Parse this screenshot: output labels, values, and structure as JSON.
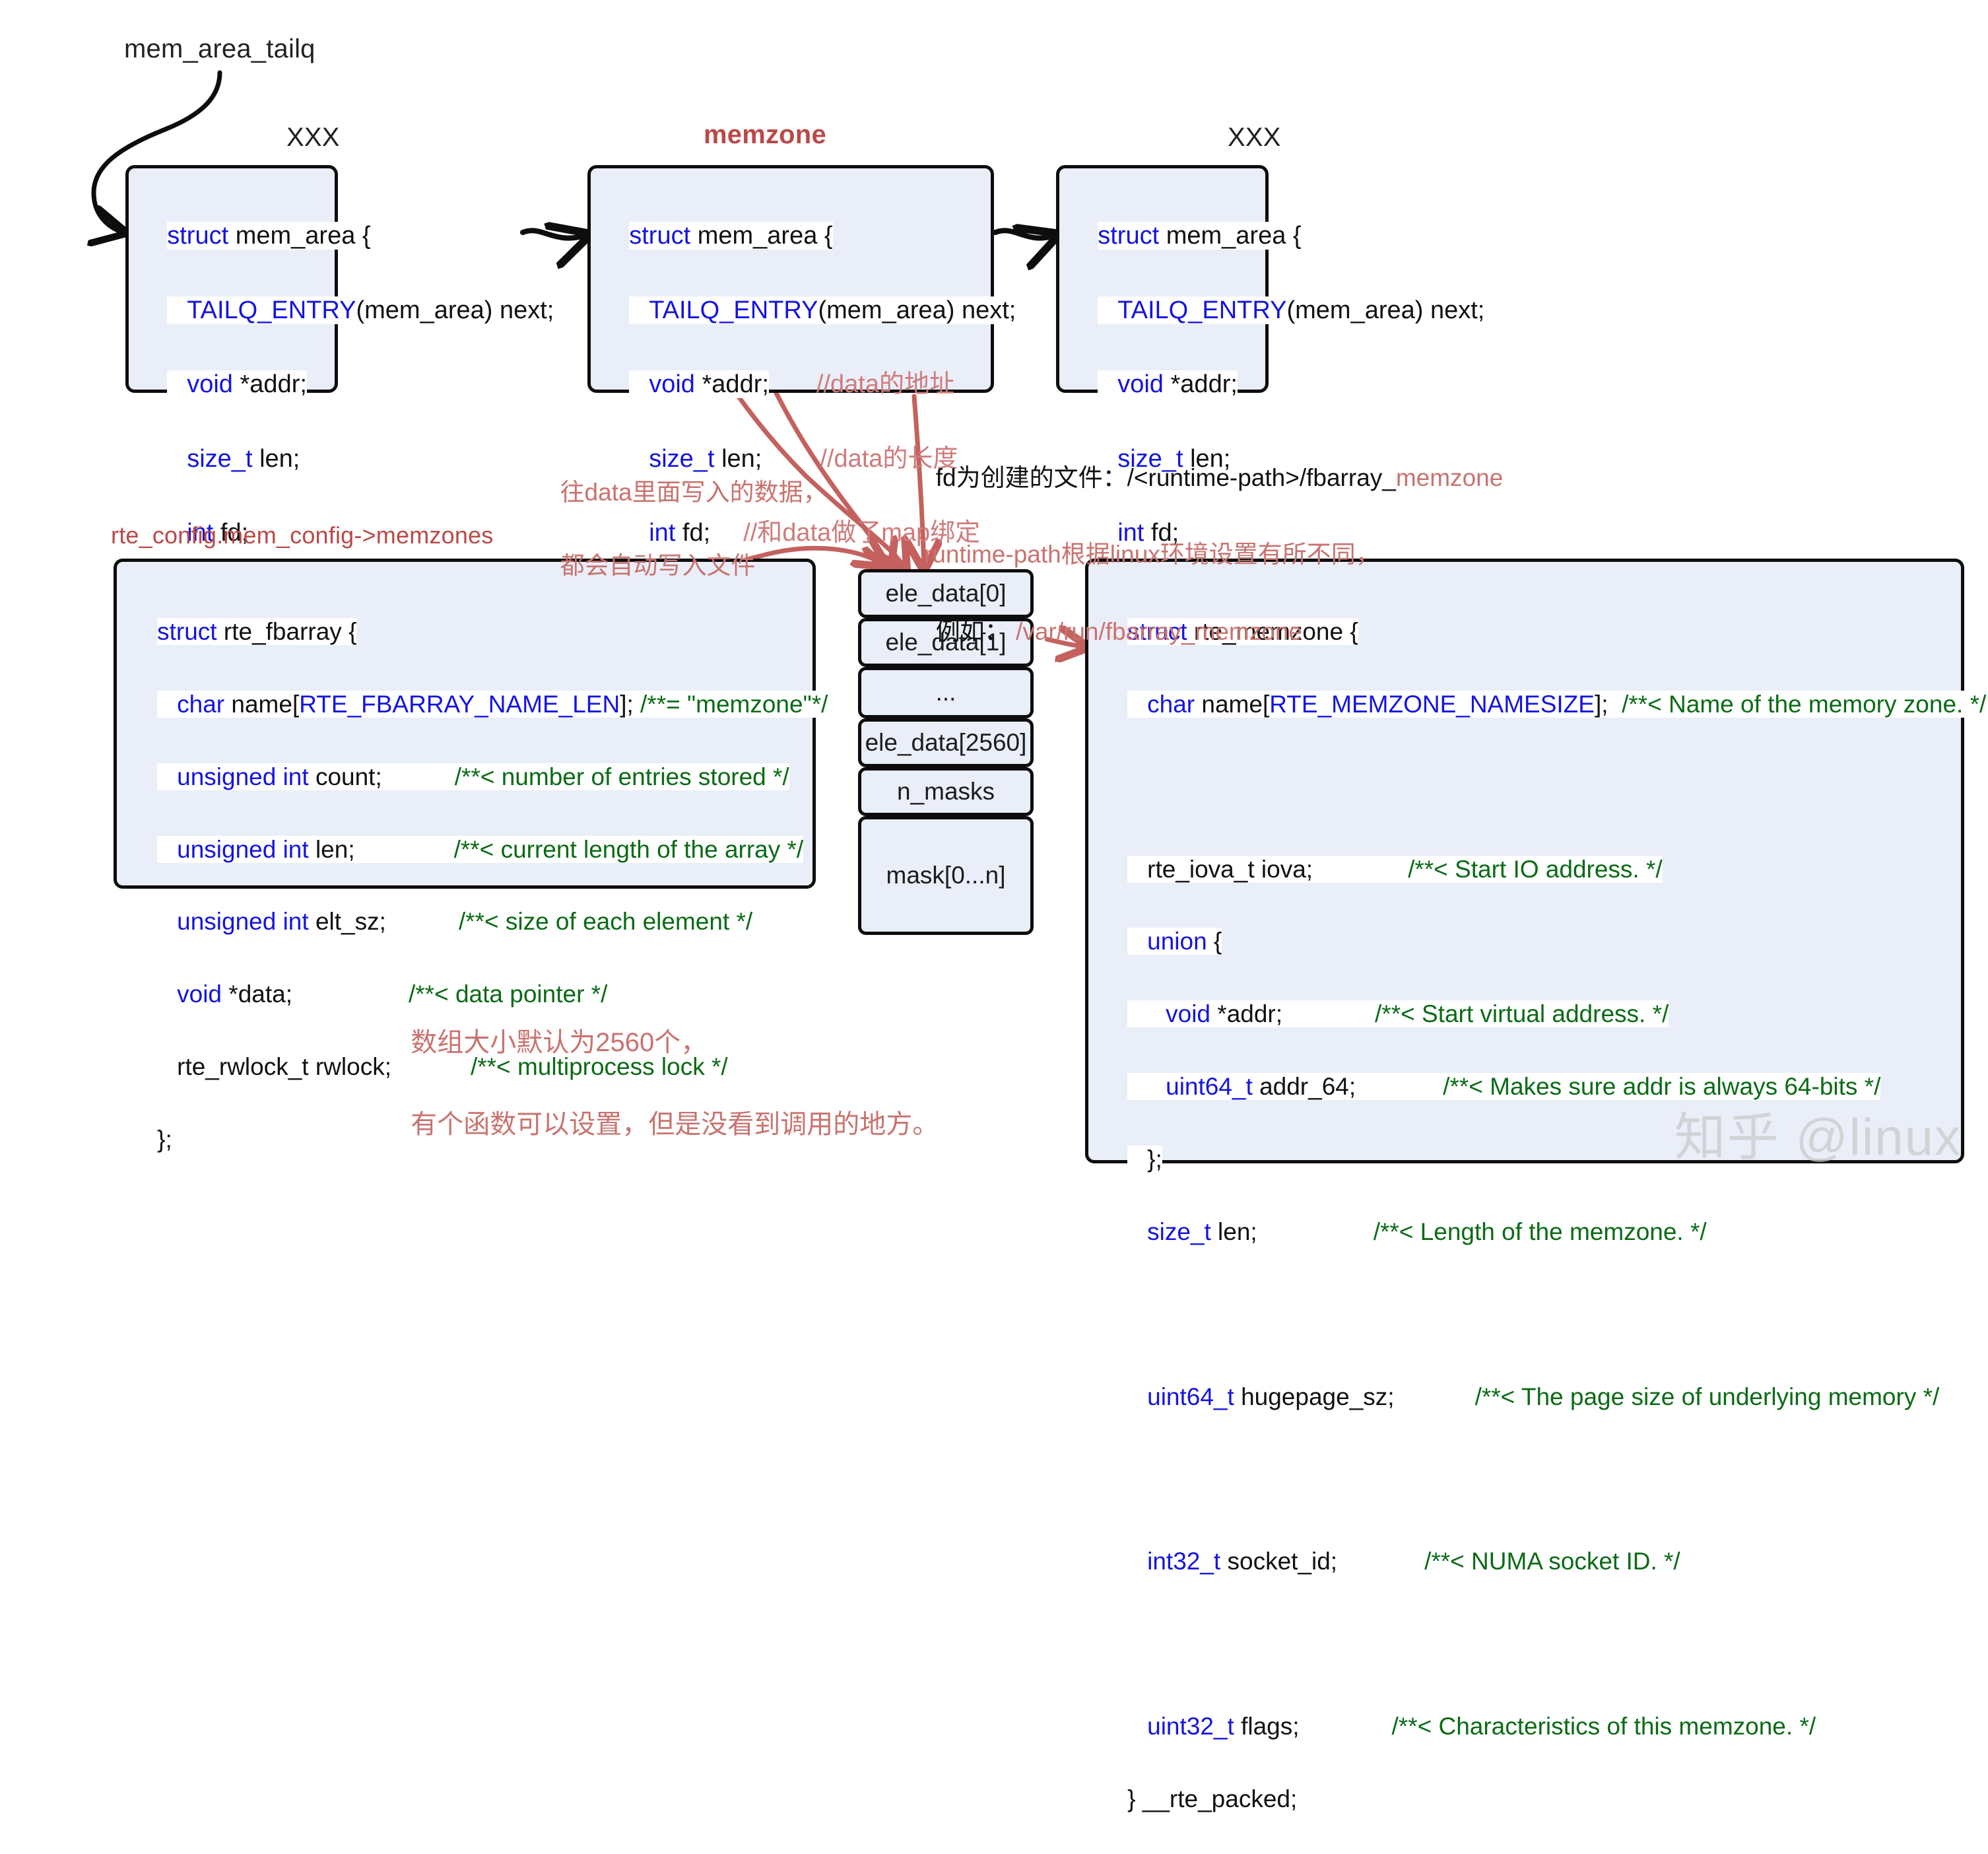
{
  "labels": {
    "tailq": "mem_area_tailq",
    "left_title": "XXX",
    "mid_title": "memzone",
    "right_title": "XXX",
    "fbarray_path": "rte_config.mem_config->memzones"
  },
  "mem_area": {
    "line1_kw": "struct",
    "line1_rest": " mem_area {",
    "line2_mac": "TAILQ_ENTRY",
    "line2_rest": "(mem_area) next;",
    "line3_kw": "void",
    "line3_rest": " *addr;",
    "line4_kw": "size_t",
    "line4_rest": " len;",
    "line5_kw": "int",
    "line5_rest": " fd;",
    "line6": "};",
    "comment_addr": "//data的地址",
    "comment_len": "//data的长度",
    "comment_fd": "//和data做了map绑定"
  },
  "fbarray": {
    "l1_kw": "struct",
    "l1_rest": " rte_fbarray {",
    "l2_kw": "char",
    "l2_name": " name[",
    "l2_mac": "RTE_FBARRAY_NAME_LEN",
    "l2_tail": "];",
    "l2_cmt": " /**= \"memzone\"*/",
    "l3_kw": "unsigned int",
    "l3_rest": " count;",
    "l3_cmt": "/**< number of entries stored */",
    "l4_kw": "unsigned int",
    "l4_rest": " len;",
    "l4_cmt": "/**< current length of the array */",
    "l5_kw": "unsigned int",
    "l5_rest": " elt_sz;",
    "l5_cmt": "/**< size of each element */",
    "l6_kw": "void",
    "l6_rest": " *data;",
    "l6_cmt": "/**< data pointer */",
    "l7_plain": "rte_rwlock_t rwlock;",
    "l7_cmt": "/**< multiprocess lock */",
    "l8": "};"
  },
  "ele_stack": {
    "cells": [
      "ele_data[0]",
      "ele_data[1]",
      "...",
      "ele_data[2560]",
      "n_masks",
      "mask[0...n]"
    ]
  },
  "memzone": {
    "l1_kw": "struct",
    "l1_rest": " rte_memzone {",
    "l2_kw": "char",
    "l2_name": " name[",
    "l2_mac": "RTE_MEMZONE_NAMESIZE",
    "l2_tail": "];",
    "l2_cmt": "  /**< Name of the memory zone. */",
    "l3_plain": "rte_iova_t iova;",
    "l3_cmt": "/**< Start IO address. */",
    "l4_kw": "union",
    "l4_rest": " {",
    "l5_kw": "void",
    "l5_rest": " *addr;",
    "l5_cmt": "/**< Start virtual address. */",
    "l6_kw": "uint64_t",
    "l6_rest": " addr_64;",
    "l6_cmt": "/**< Makes sure addr is always 64-bits */",
    "l7": "};",
    "l8_kw": "size_t",
    "l8_rest": " len;",
    "l8_cmt": "/**< Length of the memzone. */",
    "l9_kw": "uint64_t",
    "l9_rest": " hugepage_sz;",
    "l9_cmt": "/**< The page size of underlying memory */",
    "l10_kw": "int32_t",
    "l10_rest": " socket_id;",
    "l10_cmt": "/**< NUMA socket ID. */",
    "l11_kw": "uint32_t",
    "l11_rest": " flags;",
    "l11_cmt": "/**< Characteristics of this memzone. */",
    "l12": "} __rte_packed;"
  },
  "annotations": {
    "data_write_l1": "往data里面写入的数据，",
    "data_write_l2": "都会自动写入文件",
    "fd_file_black": "fd为创建的文件：/<runtime-path>/fbarray_",
    "fd_file_red": "memzone",
    "fd_note_l2": "runtime-path根据linux环境设置有所不同，",
    "fd_note_l3_black": "例如：",
    "fd_note_l3_red": " /var/run/fbarray_memzone",
    "array_size_l1": "数组大小默认为2560个，",
    "array_size_l2": "有个函数可以设置，但是没看到调用的地方。"
  },
  "watermark": "知乎 @linux",
  "colors": {
    "keyword_blue": "#1414e0",
    "comment_green": "#0a6b15",
    "annotation_red": "#c9736f",
    "title_red": "#b94a48",
    "card_fill": "#eaeef8",
    "card_border": "#0d0d0d"
  }
}
